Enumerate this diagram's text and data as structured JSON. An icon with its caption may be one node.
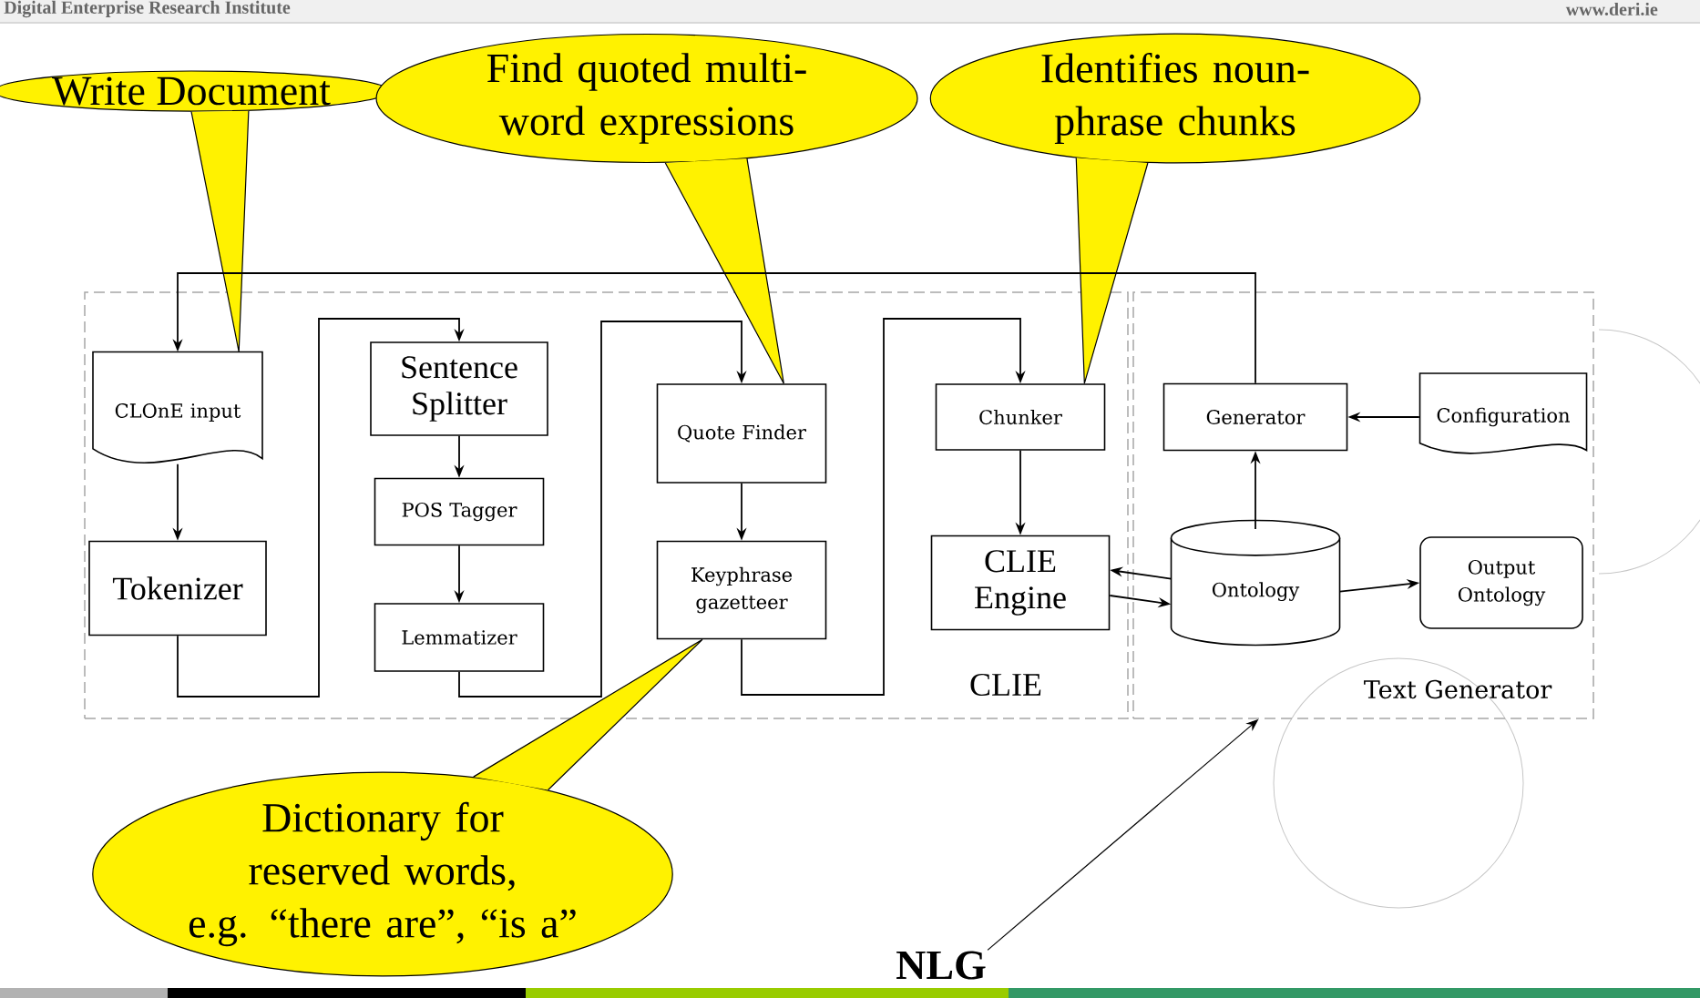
{
  "diagram": {
    "nodes": [
      {
        "text": [
          "CLIE"
        ]
      },
      {
        "text": [
          "Text Generator"
        ]
      },
      {
        "text": [
          "CLOnE input"
        ],
        "in": 0
      },
      {
        "text": [
          "Tokenizer"
        ],
        "in": 0
      },
      {
        "text": [
          "Sentence Splitter"
        ],
        "in": 0
      },
      {
        "text": [
          "POS Tagger"
        ],
        "in": 0
      },
      {
        "text": [
          "Lemmatizer"
        ],
        "in": 0
      },
      {
        "text": [
          "Quote Finder"
        ],
        "in": 0
      },
      {
        "text": [
          "Keyphrase gazetteer"
        ],
        "in": 0
      },
      {
        "text": [
          "Chunker"
        ],
        "in": 0
      },
      {
        "text": [
          "CLIE Engine"
        ],
        "in": 0
      },
      {
        "text": [
          "Generator"
        ],
        "in": 1
      },
      {
        "text": [
          "Configuration"
        ],
        "in": 1
      },
      {
        "text": [
          "Ontology"
        ],
        "in": 1
      },
      {
        "text": [
          "Output Ontology"
        ],
        "in": 1
      },
      {
        "text": [
          "Write Document"
        ]
      },
      {
        "text": [
          "Find quoted multi-word expressions"
        ]
      },
      {
        "text": [
          "Identifies noun-phrase chunks"
        ]
      },
      {
        "text": [
          "Dictionary for reserved words, e.g. “there are”, “is a”"
        ]
      },
      {
        "text": [
          "NLG"
        ]
      }
    ],
    "edges": [
      {
        "from": 11,
        "to": 2,
        "arrow": "to"
      },
      {
        "from": 2,
        "to": 3,
        "arrow": "to"
      },
      {
        "from": 3,
        "to": 4,
        "arrow": "to"
      },
      {
        "from": 4,
        "to": 5,
        "arrow": "to"
      },
      {
        "from": 5,
        "to": 6,
        "arrow": "to"
      },
      {
        "from": 6,
        "to": 7,
        "arrow": "to"
      },
      {
        "from": 7,
        "to": 8,
        "arrow": "to"
      },
      {
        "from": 8,
        "to": 9,
        "arrow": "to"
      },
      {
        "from": 9,
        "to": 10,
        "arrow": "to"
      },
      {
        "from": 13,
        "to": 10,
        "arrow": "to"
      },
      {
        "from": 10,
        "to": 13,
        "arrow": "to"
      },
      {
        "from": 13,
        "to": 11,
        "arrow": "to"
      },
      {
        "from": 12,
        "to": 11,
        "arrow": "to"
      },
      {
        "from": 13,
        "to": 14,
        "arrow": "to"
      },
      {
        "from": 19,
        "to": 1,
        "arrow": "to"
      },
      {
        "from": 15,
        "to": 2,
        "arrow": "none"
      },
      {
        "from": 16,
        "to": 7,
        "arrow": "none"
      },
      {
        "from": 17,
        "to": 9,
        "arrow": "none"
      },
      {
        "from": 18,
        "to": 8,
        "arrow": "none"
      }
    ],
    "labels": [
      "Digital Enterprise Research Institute",
      "www.deri.ie"
    ]
  }
}
